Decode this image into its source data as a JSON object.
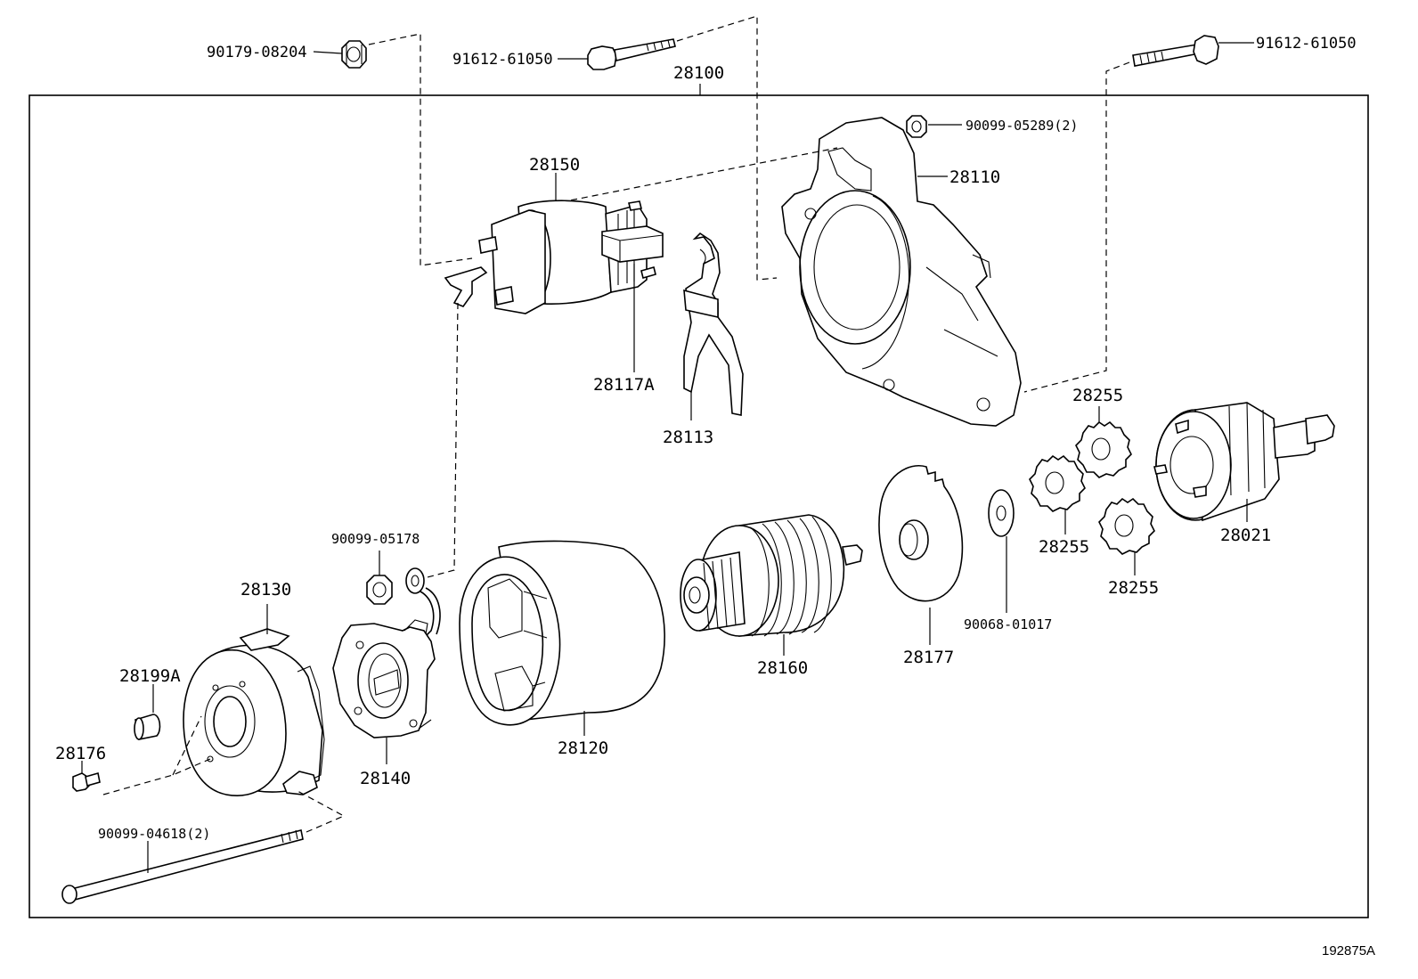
{
  "diagram": {
    "callouts": {
      "p90179_08204": "90179-08204",
      "p91612_61050_left": "91612-61050",
      "p91612_61050_right": "91612-61050",
      "p28100": "28100",
      "p90099_05289": "90099-05289(2)",
      "p28110": "28110",
      "p28150": "28150",
      "p28117A": "28117A",
      "p28113": "28113",
      "p28255_top": "28255",
      "p28255_mid": "28255",
      "p28255_bottom": "28255",
      "p28021": "28021",
      "p90099_05178": "90099-05178",
      "p28130": "28130",
      "p28199A": "28199A",
      "p28176": "28176",
      "p28140": "28140",
      "p28120": "28120",
      "p28160": "28160",
      "p28177": "28177",
      "p90068_01017": "90068-01017",
      "p90099_04618": "90099-04618(2)"
    },
    "figure_id": "192875A"
  }
}
